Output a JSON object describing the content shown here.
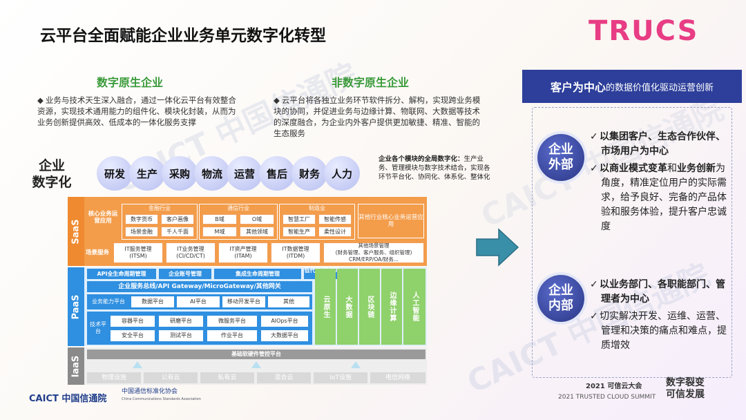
{
  "title": "云平台全面赋能企业业务单元数字化转型",
  "logo": "TRUCS",
  "watermark": "CAICT 中国信通院",
  "native": {
    "heading": "数字原生企业",
    "bullet": "◆",
    "text": "业务与技术天生深入融合，通过一体化云平台有效整合资源，实现技术通用能力的组件化、模块化封装，从而为业务创新提供高效、低成本的一体化服务支撑"
  },
  "nonnative": {
    "heading": "非数字原生企业",
    "bullet": "◆",
    "text": "云平台将各独立业务环节软件拆分、解构，实现跨业务模块的协同，并促进业务与边缘计算、物联网、大数据等技术的深度融合，为企业内外客户提供更加敏捷、精准、智能的生态服务"
  },
  "enterprise_label": [
    "企业",
    "数字化"
  ],
  "modules": [
    "研发",
    "生产",
    "采购",
    "物流",
    "运营",
    "售后",
    "财务",
    "人力"
  ],
  "module_note": {
    "bold": "企业各个模块的全局数字化：",
    "text": "生产业务、管理模块与数字技术结合，实现各环节平台化、协同化、体系化、整体化"
  },
  "arch": {
    "bands": {
      "saas": "SaaS",
      "paas": "PaaS",
      "iaas": "IaaS"
    },
    "saas": {
      "core_label": "核心业务运营应用",
      "scene_label": "场景服务",
      "groups": [
        {
          "name": "金融行业",
          "items": [
            "数字货币",
            "客户画像",
            "场景金融",
            "千人千面"
          ]
        },
        {
          "name": "通信行业",
          "items": [
            "B域",
            "O域",
            "M域",
            "其他领域"
          ]
        },
        {
          "name": "制造业",
          "items": [
            "智慧工厂",
            "智能传感",
            "智能生产",
            "柔性设计"
          ]
        }
      ],
      "other_core": "其他行业核心业务运营应用",
      "services": [
        "IT服务管理\n(ITSM)",
        "IT业务管理\n(CI/CD/CT)",
        "IT资产管理\n(ITAM)",
        "IT数据管理\n(ITDM)"
      ],
      "other_scene": "其他场景管理\n(财务管理、客户服务、组织管理)\nCRM/ERP/OA/财务...",
      "_note": ""
    },
    "paas": {
      "row1": [
        "API全生命周期管理",
        "企业账号管理",
        "集成生命周期管理",
        "低代码/无代码开发"
      ],
      "bus": "企业服务总线/API Gateway/MicroGateway/其他网关",
      "row3": [
        "业务能力平台",
        "数据平台",
        "AI平台",
        "移动开发平台",
        "其他"
      ],
      "tech_label": "技术平台",
      "tech": [
        "容器平台",
        "研磨平台",
        "微服务平台",
        "AIOps平台",
        "安全平台",
        "测试平台",
        "作业平台",
        "大数据平台"
      ],
      "cols": [
        "云原生",
        "大数据",
        "区块链",
        "边缘计算",
        "人工智能"
      ]
    },
    "iaas": {
      "control": "基础软硬件管控平台",
      "items": [
        "物理设施",
        "公有云",
        "私有云",
        "混合云",
        "IoT设施",
        "电信网络"
      ]
    }
  },
  "right": {
    "head_big": "客户为中心",
    "head_small": "的数据价值化驱动运营创新",
    "outer": {
      "label": [
        "企业",
        "外部"
      ],
      "p1": "以集团客户、生态合作伙伴、市场用户为中心",
      "p2_b1": "以商业模式变革",
      "p2_mid": "和",
      "p2_b2": "业务创新",
      "p2_rest": "为角度，精准定位用户的实际需求，给予良好、完备的产品体验和服务体验，提升客户忠诚度"
    },
    "inner": {
      "label": [
        "企业",
        "内部"
      ],
      "p1": "以业务部门、各职能部门、管理者为中心",
      "p2": "切实解决开发、运维、运营、管理和决策的痛点和难点，提质增效"
    },
    "check": "✓"
  },
  "footer": {
    "caict": "CAICT 中国信通院",
    "ccsa": "中国通信标准化协会",
    "ccsa_en": "China Communications Standards Association",
    "summit_cn": "2021 可信云大会",
    "summit_en": "2021 TRUSTED CLOUD SUMMIT",
    "slogan": [
      "数字裂变",
      "可信发展"
    ]
  }
}
